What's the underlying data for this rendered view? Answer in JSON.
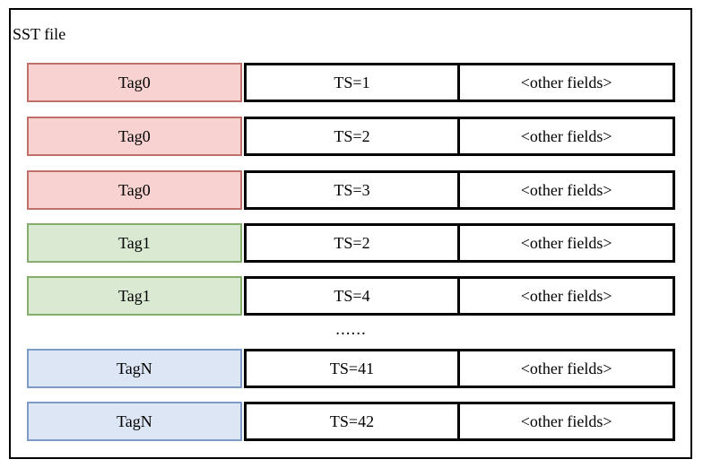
{
  "diagram": {
    "title": "SST file",
    "ellipsis": "......",
    "columns": {
      "tag": "Tag",
      "timestamp": "TS",
      "other": "<other fields>"
    },
    "colors": {
      "tag0_fill": "#f7d2d0",
      "tag0_border": "#c0706b",
      "tag1_fill": "#d9e9d2",
      "tag1_border": "#85ad6e",
      "tagN_fill": "#dce6f5",
      "tagN_border": "#7d9bc6",
      "frame_border": "#000000",
      "cell_border": "#000000",
      "background": "#ffffff"
    },
    "rows": [
      {
        "tag": "Tag0",
        "ts": "TS=1",
        "other": "<other fields>",
        "color": "red"
      },
      {
        "tag": "Tag0",
        "ts": "TS=2",
        "other": "<other fields>",
        "color": "red"
      },
      {
        "tag": "Tag0",
        "ts": "TS=3",
        "other": "<other fields>",
        "color": "red"
      },
      {
        "tag": "Tag1",
        "ts": "TS=2",
        "other": "<other fields>",
        "color": "green"
      },
      {
        "tag": "Tag1",
        "ts": "TS=4",
        "other": "<other fields>",
        "color": "green"
      },
      {
        "tag": "TagN",
        "ts": "TS=41",
        "other": "<other fields>",
        "color": "blue"
      },
      {
        "tag": "TagN",
        "ts": "TS=42",
        "other": "<other fields>",
        "color": "blue"
      }
    ]
  }
}
